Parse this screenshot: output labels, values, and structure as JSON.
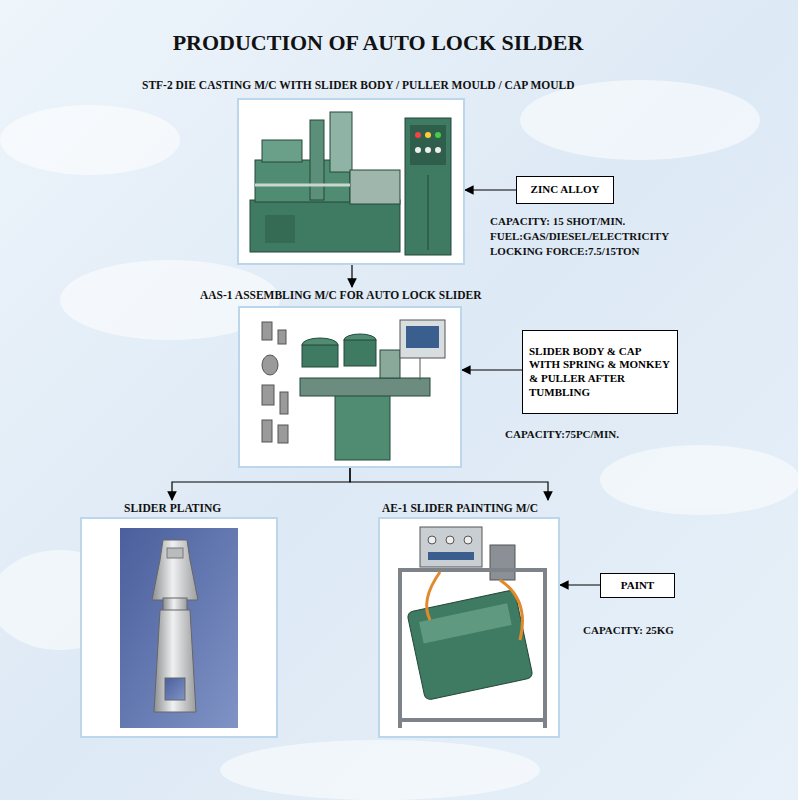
{
  "diagram": {
    "title": "PRODUCTION OF AUTO LOCK SILDER",
    "nodes": [
      {
        "text": [
          "STF-2 DIE CASTING M/C WITH SLIDER BODY / PULLER MOULD / CAP MOULD"
        ]
      },
      {
        "text": [
          "ZINC ALLOY"
        ]
      },
      {
        "text": [
          "AAS-1 ASSEMBLING M/C FOR AUTO LOCK SLIDER"
        ]
      },
      {
        "text": [
          "SLIDER BODY & CAP WITH SPRING & MONKEY & PULLER AFTER TUMBLING"
        ]
      },
      {
        "text": [
          "SLIDER PLATING"
        ]
      },
      {
        "text": [
          "AE-1 SLIDER PAINTING M/C"
        ]
      },
      {
        "text": [
          "PAINT"
        ]
      }
    ],
    "edges": [
      {
        "from": 1,
        "to": 0,
        "arrow": "to"
      },
      {
        "from": 0,
        "to": 2,
        "arrow": "to"
      },
      {
        "from": 3,
        "to": 2,
        "arrow": "to"
      },
      {
        "from": 2,
        "to": 4,
        "arrow": "to"
      },
      {
        "from": 2,
        "to": 5,
        "arrow": "to"
      },
      {
        "from": 6,
        "to": 5,
        "arrow": "to"
      }
    ],
    "labels": [
      "CAPACITY: 15 SHOT/MIN.",
      "FUEL:GAS/DIESEL/ELECTRICITY",
      "LOCKING FORCE:7.5/15TON",
      "CAPACITY:75PC/MIN.",
      "CAPACITY: 25KG"
    ]
  }
}
